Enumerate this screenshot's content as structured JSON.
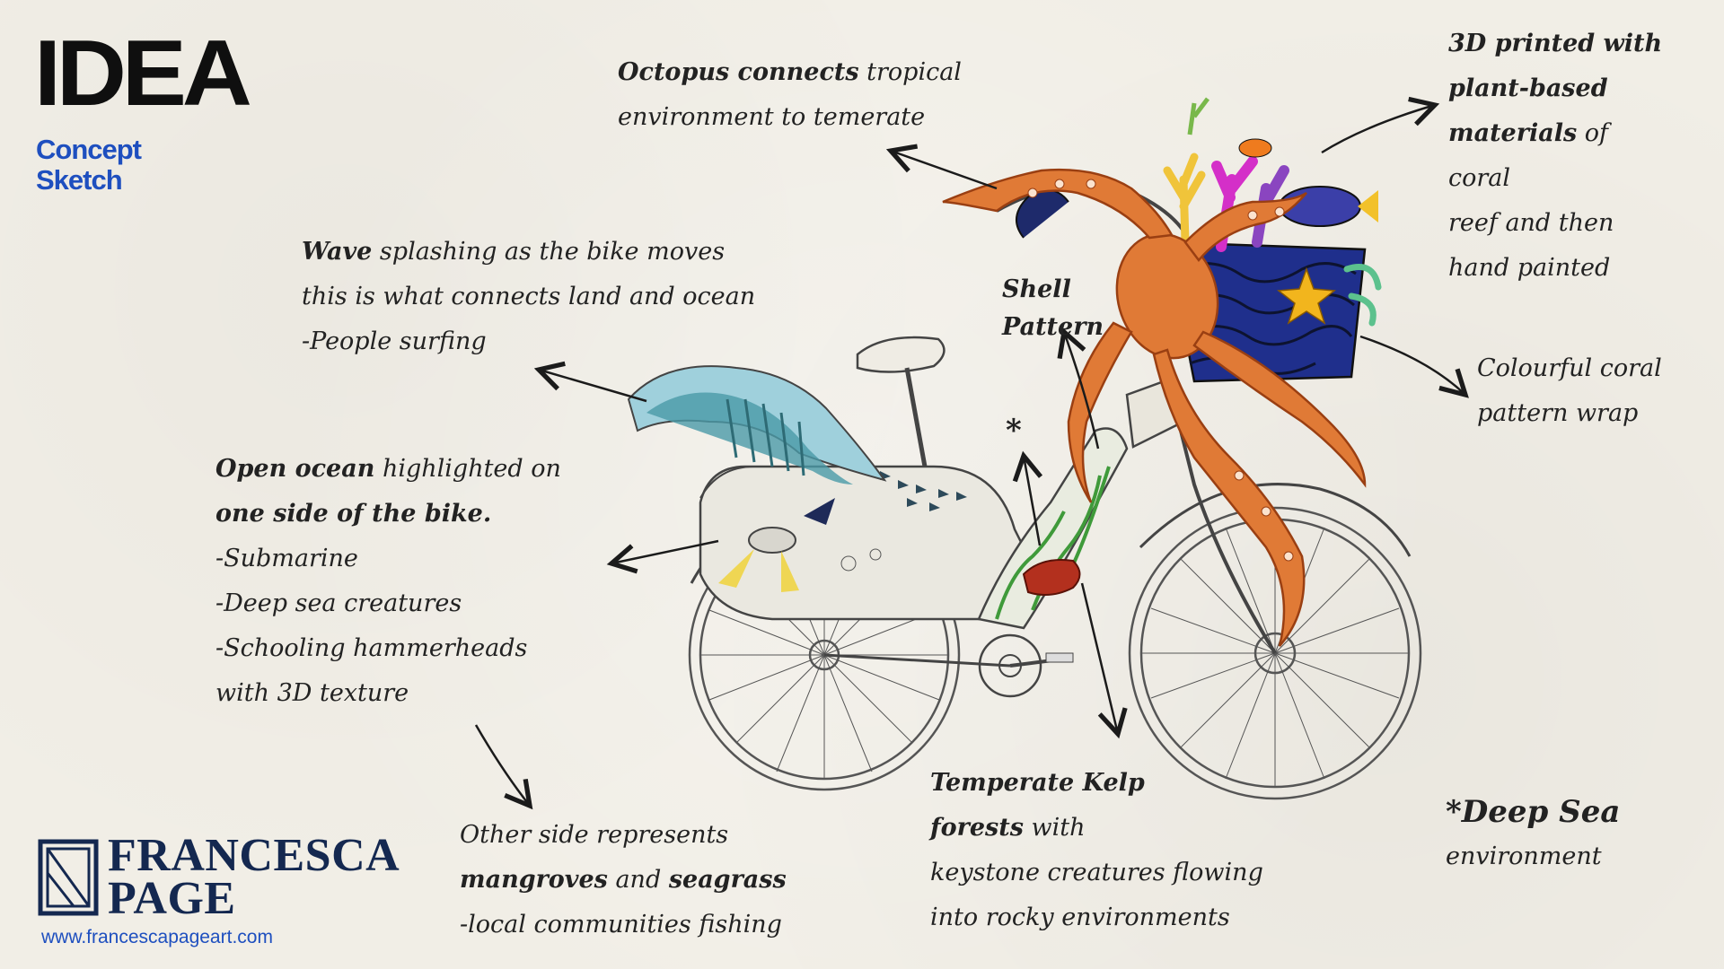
{
  "header": {
    "title": "IDEA",
    "subtitle": "Concept Sketch"
  },
  "notes": {
    "octopus": {
      "bold": "Octopus connects",
      "rest": " tropical",
      "line2": "environment to temerate"
    },
    "printed": {
      "bold1": "3D printed with",
      "bold2": "plant-based",
      "bold3": "materials",
      "rest3": " of",
      "line4": "coral",
      "line5": "reef and then",
      "line6": "hand painted"
    },
    "wave": {
      "bold": "Wave",
      "rest": " splashing as the bike moves",
      "line2": "this is what connects land and ocean",
      "line3": "-People surfing"
    },
    "shell": {
      "line1": "Shell",
      "line2": "Pattern"
    },
    "coral_wrap": {
      "line1": "Colourful coral",
      "line2": "pattern wrap"
    },
    "open_ocean": {
      "bold1": "Open ocean",
      "rest1": " highlighted on",
      "bold2": "one side of the bike.",
      "line3": "-Submarine",
      "line4": "-Deep sea creatures",
      "line5": "-Schooling hammerheads",
      "line6": "with 3D texture"
    },
    "asterisk": "*",
    "kelp": {
      "bold1": "Temperate Kelp",
      "bold2": "forests",
      "rest2": " with",
      "line3": "keystone creatures flowing",
      "line4": "into rocky environments"
    },
    "other_side": {
      "line1": "Other side represents",
      "bold2a": "mangroves",
      "mid2": " and ",
      "bold2b": "seagrass",
      "line3": "-local communities fishing"
    },
    "deep_sea": {
      "bold": "*Deep Sea",
      "line2": "environment"
    }
  },
  "branding": {
    "name_line1": "FRANCESCA",
    "name_line2": "PAGE",
    "website": "www.francescapageart.com",
    "logo_icon": "frame-monogram-icon"
  },
  "colors": {
    "background": "#f1eee6",
    "accent_blue": "#1e4fbf",
    "logo_navy": "#142850",
    "octopus_orange": "#e07a36",
    "wave_teal": "#4a9aa8",
    "kelp_green": "#3f9a3a"
  }
}
